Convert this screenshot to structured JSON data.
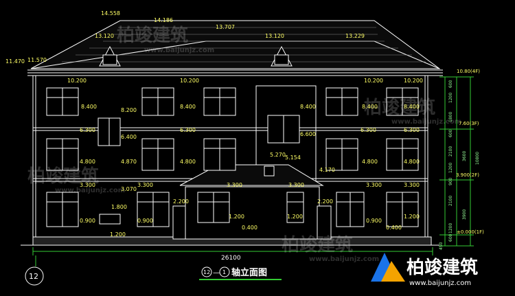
{
  "drawing_title": "⑫-①轴立面图",
  "title_parts": {
    "from_axis": "12",
    "dash": "—",
    "to_axis": "1",
    "suffix": "轴立面图"
  },
  "axis_bubble": "12",
  "overall_width": "26100",
  "elevations": {
    "ridge_main": "14.558",
    "ridge_2": "14.186",
    "ridge_3": "13.707",
    "dormer_left": "13.120",
    "dormer_mid": "13.120",
    "ridge_right": "13.229",
    "eave_left": "11.470",
    "eave_left2": "11.570",
    "e10200_a": "10.200",
    "e10200_b": "10.200",
    "e10200_c": "10.200",
    "e10200_d": "10.200",
    "e8400_a": "8.400",
    "e8200": "8.200",
    "e8400_b": "8.400",
    "e8400_c": "8.400",
    "e8400_d": "8.400",
    "e8400_e": "8.400",
    "e6300_a": "6.300",
    "e6400": "6.400",
    "e6300_b": "6.300",
    "e6600": "6.600",
    "e6300_c": "6.300",
    "e6300_d": "6.300",
    "e5270": "5.270",
    "e5154": "5.154",
    "e4800_a": "4.800",
    "e4870": "4.870",
    "e4800_b": "4.800",
    "e4170": "4.170",
    "e4800_c": "4.800",
    "e4800_d": "4.800",
    "e3300_a": "3.300",
    "e3070": "3.070",
    "e3300_b": "3.300",
    "e3300_c": "3.300",
    "e3300_d": "3.300",
    "e3300_e": "3.300",
    "e3300_f": "3.300",
    "e2200_a": "2.200",
    "e2200_b": "2.200",
    "e1800": "1.800",
    "e1200_a": "1.200",
    "e1200_b": "1.200",
    "e1200_c": "1.200",
    "e1200_d": "1.200",
    "e0900_a": "0.900",
    "e0900_b": "0.900",
    "e0900_c": "0.900",
    "e0400_a": "0.400",
    "e0400_b": "0.400"
  },
  "right_levels": {
    "roof": "10.80(4F)",
    "f3": "7.60(3F)",
    "f2": "3.900(2F)",
    "f1": "±0.000(1F)"
  },
  "right_dims": [
    "600",
    "1200",
    "1800",
    "600",
    "2100",
    "1200",
    "3600",
    "900",
    "2100",
    "3900",
    "1200",
    "600",
    "450"
  ],
  "right_total": "10800",
  "watermark": {
    "brand": "柏竣建筑",
    "url": "www.baijunjz.com"
  },
  "colors": {
    "background": "#000000",
    "line": "#ffffff",
    "text": "#ffff66",
    "green": "#33cc33",
    "dim": "#99ff99"
  }
}
